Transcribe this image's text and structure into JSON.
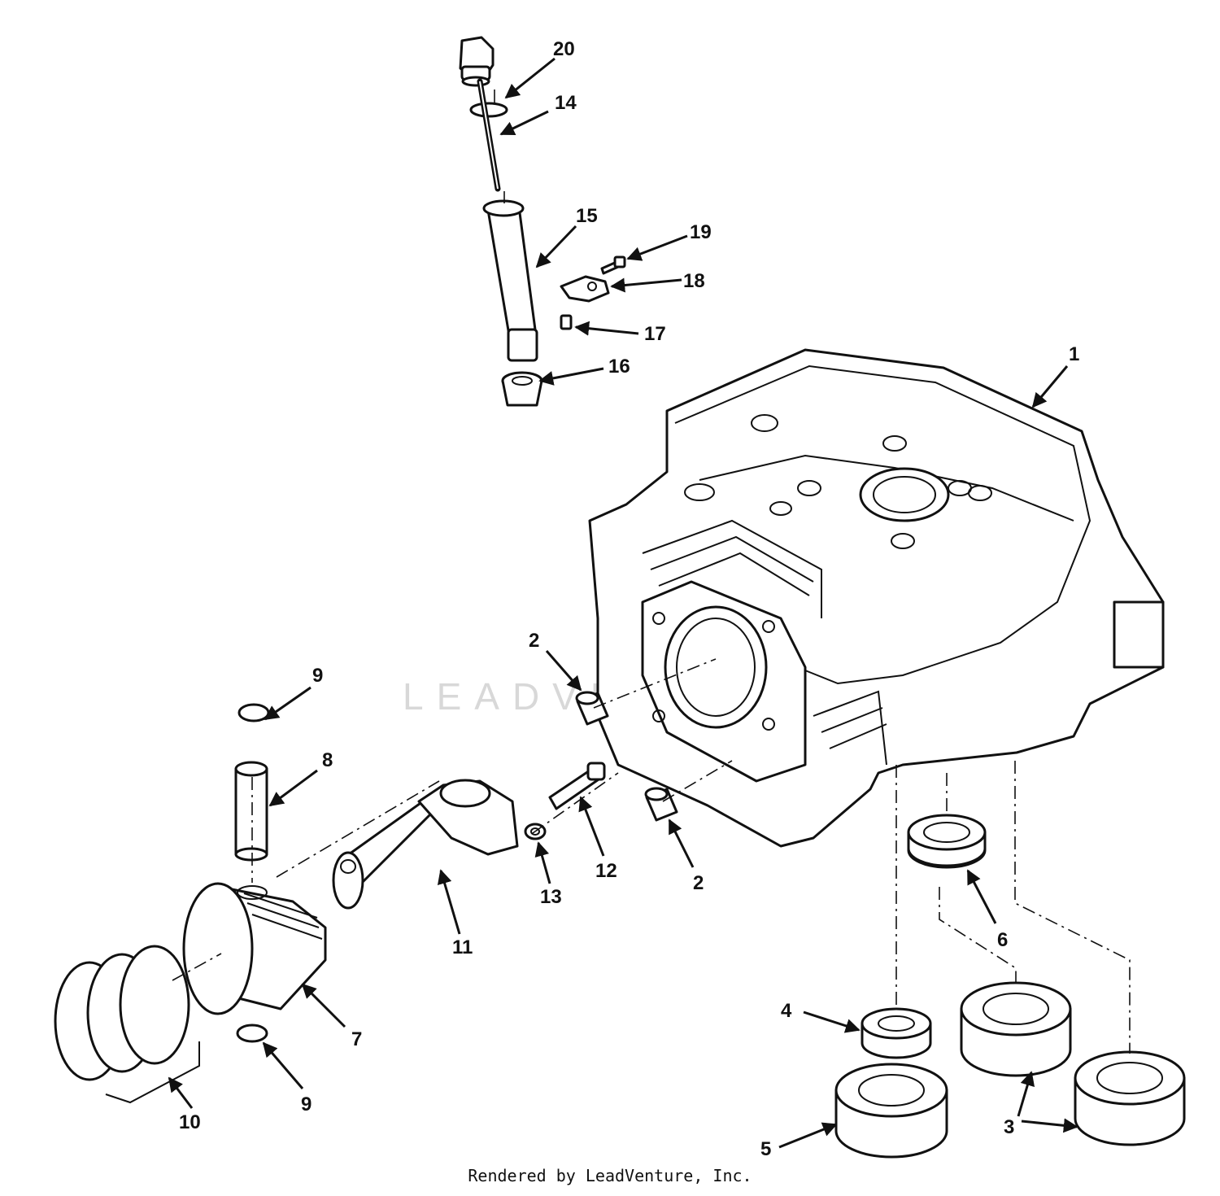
{
  "callouts": [
    {
      "id": "1",
      "label": "1"
    },
    {
      "id": "2a",
      "label": "2"
    },
    {
      "id": "2b",
      "label": "2"
    },
    {
      "id": "3",
      "label": "3"
    },
    {
      "id": "4",
      "label": "4"
    },
    {
      "id": "5",
      "label": "5"
    },
    {
      "id": "6",
      "label": "6"
    },
    {
      "id": "7",
      "label": "7"
    },
    {
      "id": "8",
      "label": "8"
    },
    {
      "id": "9a",
      "label": "9"
    },
    {
      "id": "9b",
      "label": "9"
    },
    {
      "id": "10",
      "label": "10"
    },
    {
      "id": "11",
      "label": "11"
    },
    {
      "id": "12",
      "label": "12"
    },
    {
      "id": "13",
      "label": "13"
    },
    {
      "id": "14",
      "label": "14"
    },
    {
      "id": "15",
      "label": "15"
    },
    {
      "id": "16",
      "label": "16"
    },
    {
      "id": "17",
      "label": "17"
    },
    {
      "id": "18",
      "label": "18"
    },
    {
      "id": "19",
      "label": "19"
    },
    {
      "id": "20",
      "label": "20"
    }
  ],
  "watermark_text": "LEADVENTURE",
  "footer": "Rendered by LeadVenture, Inc."
}
